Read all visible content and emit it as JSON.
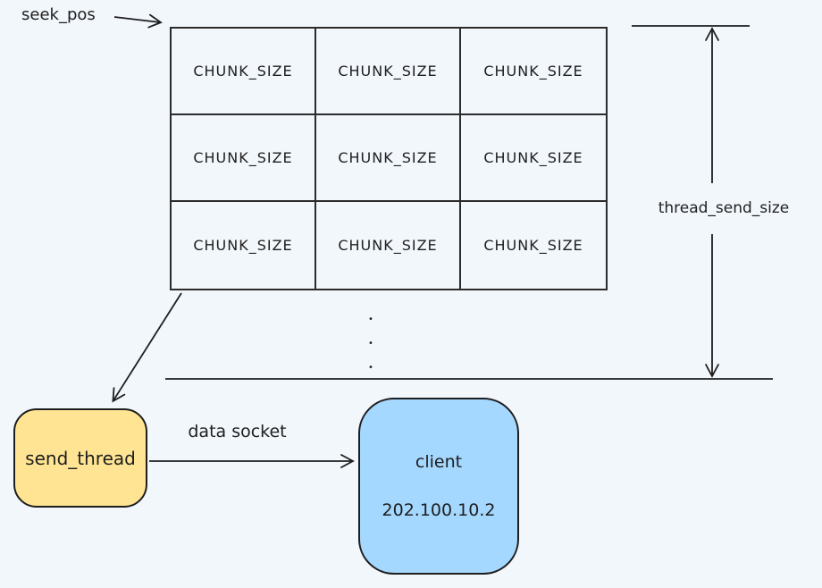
{
  "diagram": {
    "background": "#f2f7fc",
    "stroke_color": "#1e1e1e"
  },
  "grid": {
    "rows": 3,
    "cols": 3,
    "cell_label": "CHUNK_SIZE"
  },
  "labels": {
    "seek_pos": "seek_pos",
    "thread_send_size": "thread_send_size",
    "data_socket": "data socket"
  },
  "nodes": {
    "send_thread": {
      "label": "send_thread",
      "fill": "#ffe593"
    },
    "client": {
      "label": "client",
      "ip": "202.100.10.2",
      "fill": "#a5d8ff"
    }
  },
  "ellipsis": {
    "dot": "•"
  }
}
